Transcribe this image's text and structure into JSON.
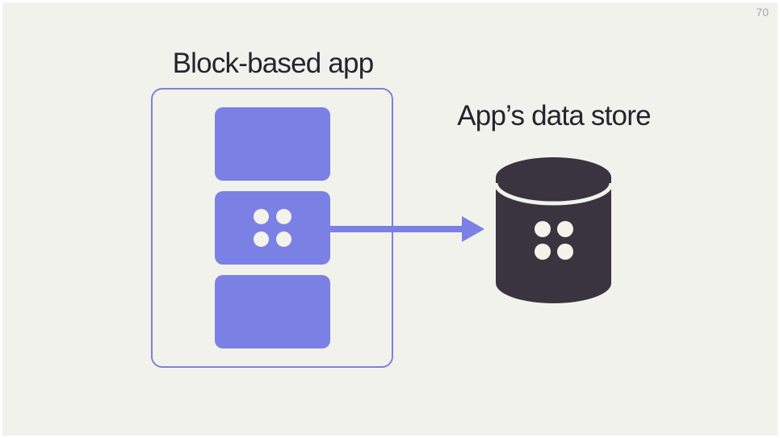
{
  "slide": {
    "page_number": "70"
  },
  "colors": {
    "bg": "#f1f2ec",
    "accent_purple": "#7b80e5",
    "border_purple": "#7e81d8",
    "dark": "#393440",
    "text": "#25242e",
    "dot": "#f4f3ea",
    "page_number_gray": "#a8a8a3",
    "frame": "#ffffff"
  },
  "diagram": {
    "app": {
      "title": "Block-based app",
      "blocks": [
        {
          "name": "block-top",
          "has_dots": false
        },
        {
          "name": "block-middle",
          "has_dots": true
        },
        {
          "name": "block-bottom",
          "has_dots": false
        }
      ]
    },
    "arrow": {
      "direction": "right",
      "from": "block-middle",
      "to": "data-store"
    },
    "data_store": {
      "title": "App’s data store"
    },
    "icons": {
      "database": "database-cylinder-icon",
      "dots": "four-dots-grid-icon",
      "arrow": "right-arrow-icon"
    }
  }
}
